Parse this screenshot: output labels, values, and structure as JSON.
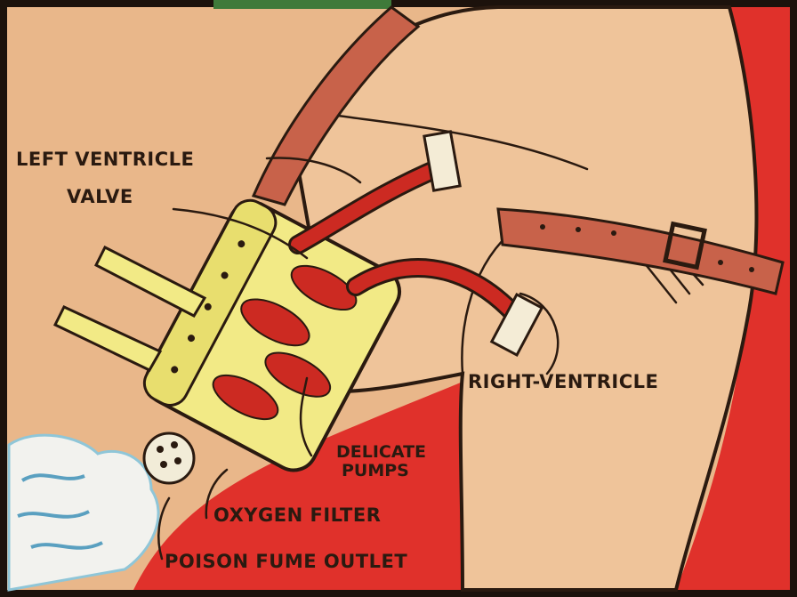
{
  "labels": {
    "left_ventricle": "LEFT VENTRICLE",
    "valve": "VALVE",
    "right_ventricle": "RIGHT-VENTRICLE",
    "delicate": "DELICATE",
    "pumps": "PUMPS",
    "oxygen_filter": "OXYGEN FILTER",
    "poison_fume_outlet": "POISON FUME OUTLET"
  },
  "colors": {
    "background_peach": "#e9b78a",
    "skin": "#efc49a",
    "red": "#e0312b",
    "device_yellow": "#f2ea86",
    "tube_red": "#cc2a22",
    "strap_brown": "#c8624a",
    "vapor_blue": "#8fc6d8",
    "ink": "#2a1a10"
  }
}
